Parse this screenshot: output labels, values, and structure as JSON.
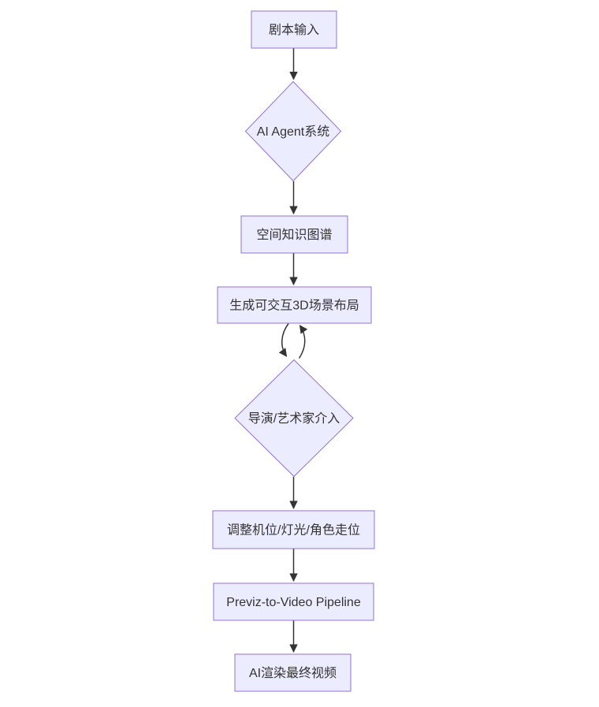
{
  "diagram": {
    "type": "flowchart",
    "direction": "top-down",
    "colors": {
      "node_fill": "#ECECFF",
      "node_border": "#9370DB",
      "edge_line": "#333333",
      "arrowhead": "#333333",
      "text": "#333333",
      "background": "#ffffff"
    },
    "nodes": [
      {
        "id": "script-input",
        "shape": "rectangle",
        "label": "剧本输入"
      },
      {
        "id": "ai-agent-system",
        "shape": "diamond",
        "label": "AI Agent系统"
      },
      {
        "id": "spatial-knowledge-graph",
        "shape": "rectangle",
        "label": "空间知识图谱"
      },
      {
        "id": "scene-layout",
        "shape": "rectangle",
        "label": "生成可交互3D场景布局"
      },
      {
        "id": "director-artist",
        "shape": "diamond",
        "label": "导演/艺术家介入"
      },
      {
        "id": "adjust-blocking",
        "shape": "rectangle",
        "label": "调整机位/灯光/角色走位"
      },
      {
        "id": "previz-pipeline",
        "shape": "rectangle",
        "label": "Previz-to-Video Pipeline"
      },
      {
        "id": "ai-render",
        "shape": "rectangle",
        "label": "AI渲染最终视频"
      }
    ],
    "edges": [
      {
        "from": "script-input",
        "to": "ai-agent-system",
        "style": "straight-arrow"
      },
      {
        "from": "ai-agent-system",
        "to": "spatial-knowledge-graph",
        "style": "straight-arrow"
      },
      {
        "from": "spatial-knowledge-graph",
        "to": "scene-layout",
        "style": "straight-arrow"
      },
      {
        "from": "scene-layout",
        "to": "director-artist",
        "style": "curved-arrow-loop-left"
      },
      {
        "from": "director-artist",
        "to": "scene-layout",
        "style": "curved-arrow-loop-right"
      },
      {
        "from": "director-artist",
        "to": "adjust-blocking",
        "style": "straight-arrow"
      },
      {
        "from": "adjust-blocking",
        "to": "previz-pipeline",
        "style": "straight-arrow"
      },
      {
        "from": "previz-pipeline",
        "to": "ai-render",
        "style": "straight-arrow"
      }
    ]
  }
}
